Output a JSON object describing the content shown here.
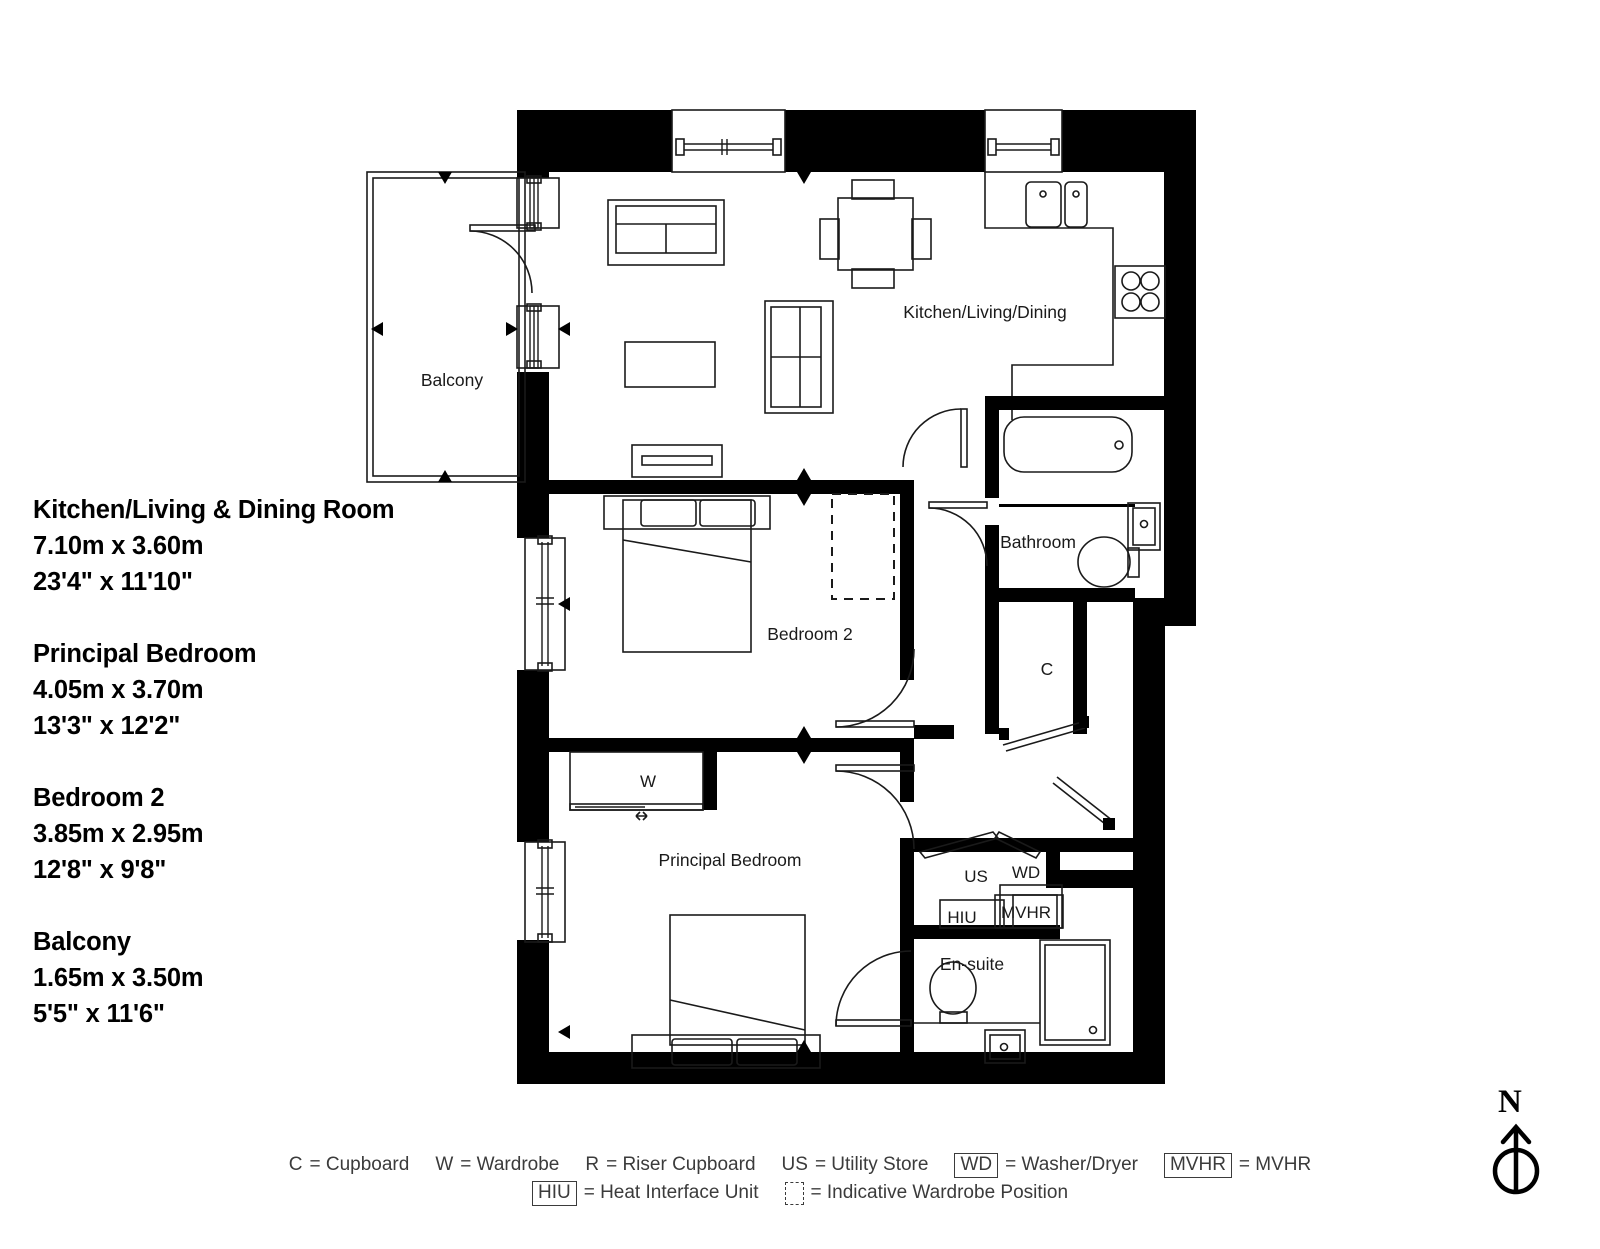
{
  "schedule": [
    {
      "name": "Kitchen/Living & Dining Room",
      "metric": "7.10m  x  3.60m",
      "imperial": "23'4\" x 11'10\""
    },
    {
      "name": "Principal Bedroom",
      "metric": "4.05m  x  3.70m",
      "imperial": "13'3\" x 12'2\""
    },
    {
      "name": "Bedroom 2",
      "metric": "3.85m  x  2.95m",
      "imperial": "12'8\" x 9'8\""
    },
    {
      "name": "Balcony",
      "metric": "1.65m  x  3.50m",
      "imperial": "5'5\" x 11'6\""
    }
  ],
  "plan": {
    "rooms": {
      "balcony": "Balcony",
      "kitchen_living_dining": "Kitchen/Living/Dining",
      "bathroom": "Bathroom",
      "bedroom_2": "Bedroom 2",
      "principal_bedroom": "Principal Bedroom",
      "ensuite": "En-suite"
    },
    "markers": {
      "cupboard": "C",
      "wardrobe": "W",
      "utility_store": "US",
      "washer_dryer": "WD",
      "mvhr": "MVHR",
      "hiu": "HIU"
    }
  },
  "legend": {
    "row1": [
      {
        "key": "C",
        "boxed": false,
        "text": "= Cupboard"
      },
      {
        "key": "W",
        "boxed": false,
        "text": "= Wardrobe"
      },
      {
        "key": "R",
        "boxed": false,
        "text": "= Riser Cupboard"
      },
      {
        "key": "US",
        "boxed": false,
        "text": "= Utility Store"
      },
      {
        "key": "WD",
        "boxed": true,
        "text": "= Washer/Dryer"
      },
      {
        "key": "MVHR",
        "boxed": true,
        "text": "= MVHR"
      }
    ],
    "row2": [
      {
        "key": "HIU",
        "boxed": true,
        "text": "= Heat Interface Unit"
      },
      {
        "key": "",
        "dashed": true,
        "text": "= Indicative Wardrobe Position"
      }
    ]
  },
  "compass": {
    "label": "N"
  },
  "colors": {
    "wall": "#000000",
    "line": "#1a1a1a",
    "legend_text": "#3b3b3b",
    "background": "#ffffff"
  }
}
